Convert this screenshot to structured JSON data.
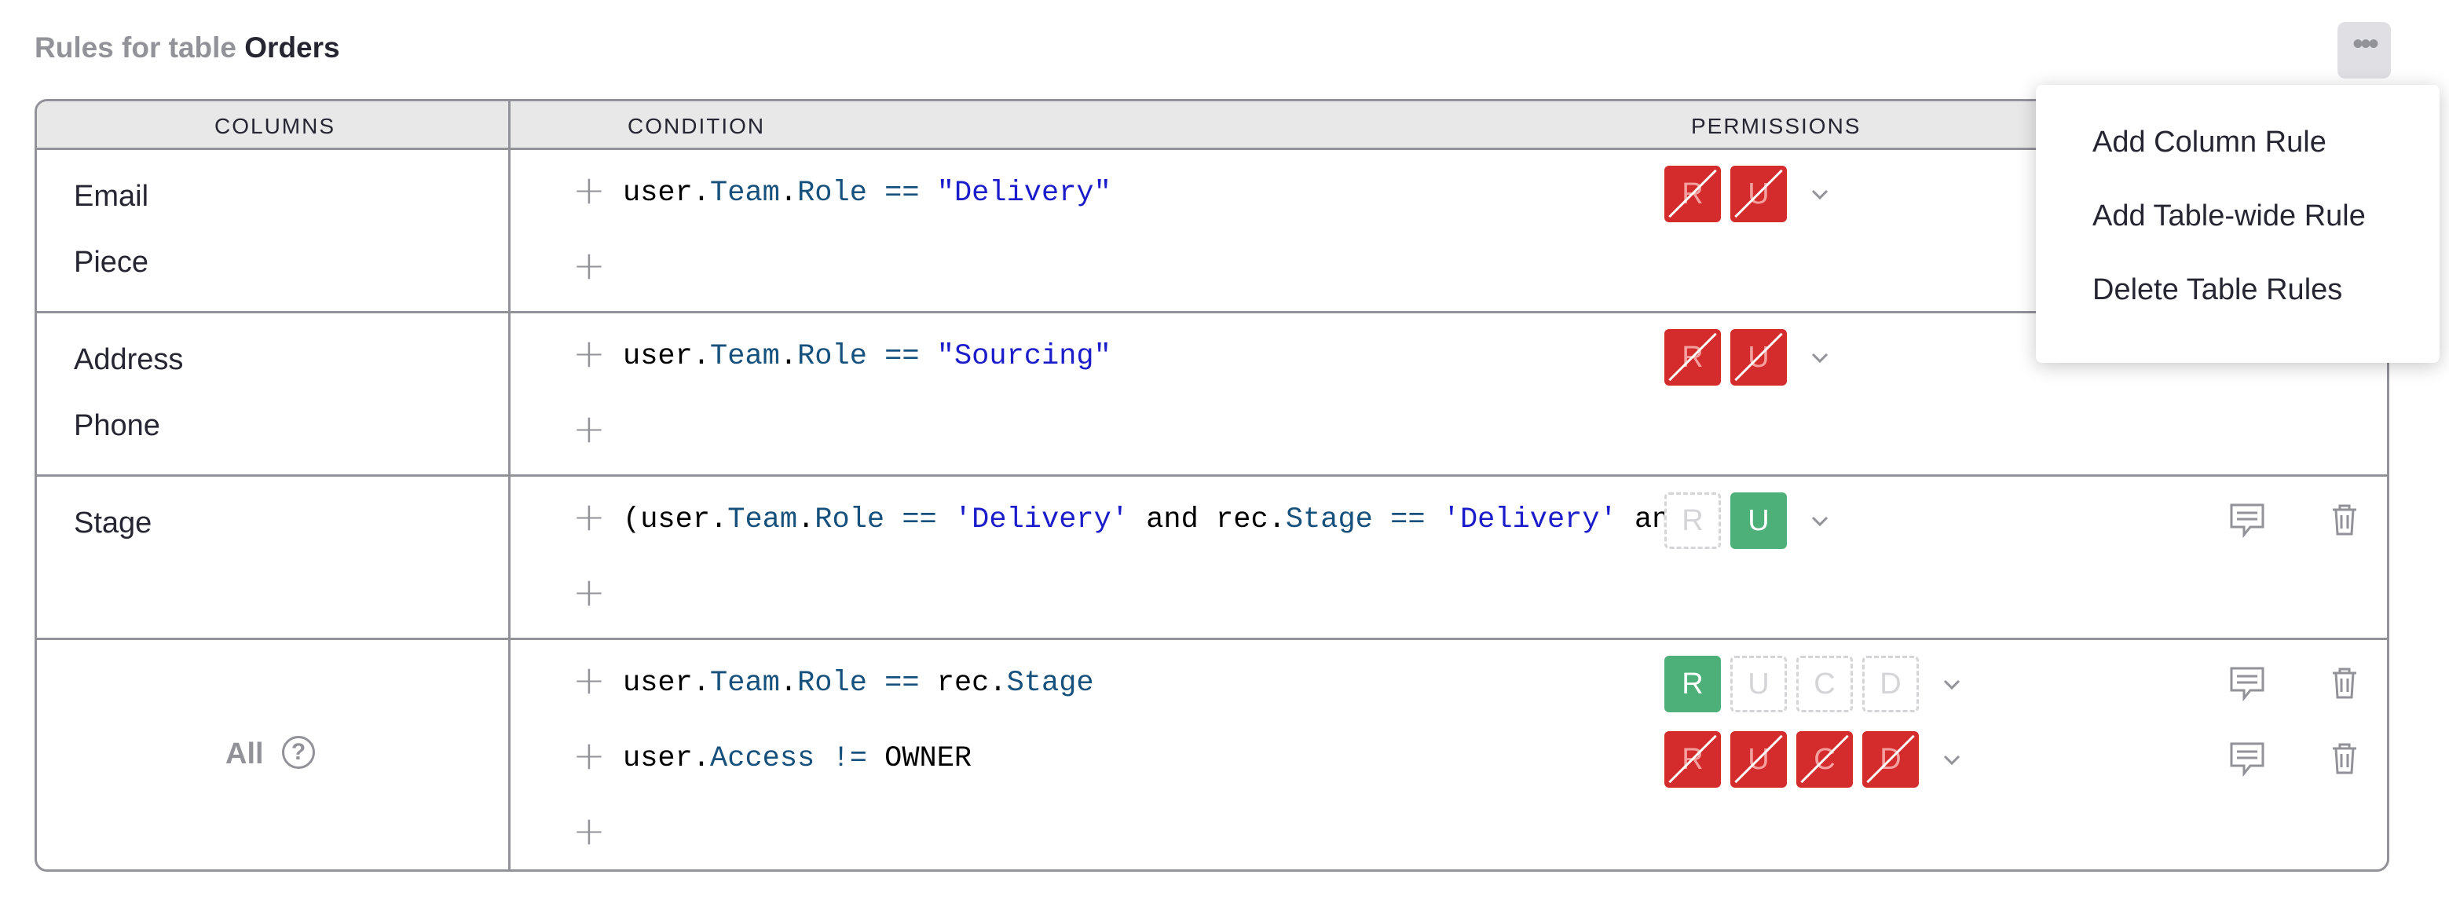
{
  "header": {
    "prefix": "Rules for table",
    "table_name": "Orders"
  },
  "menu": {
    "icon": "more-dots-icon",
    "items": [
      "Add Column Rule",
      "Add Table-wide Rule",
      "Delete Table Rules"
    ]
  },
  "columns_header": "COLUMNS",
  "condition_header": "CONDITION",
  "permissions_header": "PERMISSIONS",
  "rule_groups": [
    {
      "columns": [
        "Email",
        "Piece"
      ],
      "conditions": [
        {
          "text": "user.Team.Role == \"Delivery\"",
          "perms": [
            {
              "letter": "R",
              "state": "deny"
            },
            {
              "letter": "U",
              "state": "deny"
            }
          ]
        }
      ]
    },
    {
      "columns": [
        "Address",
        "Phone"
      ],
      "conditions": [
        {
          "text": "user.Team.Role == \"Sourcing\"",
          "perms": [
            {
              "letter": "R",
              "state": "deny"
            },
            {
              "letter": "U",
              "state": "deny"
            }
          ]
        }
      ]
    },
    {
      "columns": [
        "Stage"
      ],
      "conditions": [
        {
          "text": "(user.Team.Role == 'Delivery' and rec.Stage == 'Delivery' an",
          "perms": [
            {
              "letter": "R",
              "state": "off"
            },
            {
              "letter": "U",
              "state": "allow"
            }
          ]
        }
      ]
    },
    {
      "columns": [
        "All"
      ],
      "conditions": [
        {
          "text": "user.Team.Role == rec.Stage",
          "perms": [
            {
              "letter": "R",
              "state": "allow"
            },
            {
              "letter": "U",
              "state": "off"
            },
            {
              "letter": "C",
              "state": "off"
            },
            {
              "letter": "D",
              "state": "off"
            }
          ]
        },
        {
          "text": "user.Access != OWNER",
          "perms": [
            {
              "letter": "R",
              "state": "deny"
            },
            {
              "letter": "U",
              "state": "deny"
            },
            {
              "letter": "C",
              "state": "deny"
            },
            {
              "letter": "D",
              "state": "deny"
            }
          ]
        }
      ]
    }
  ],
  "colors": {
    "deny": "#d42c2c",
    "allow": "#4cb078",
    "border": "#929299",
    "header_bg": "#e8e8e8"
  }
}
